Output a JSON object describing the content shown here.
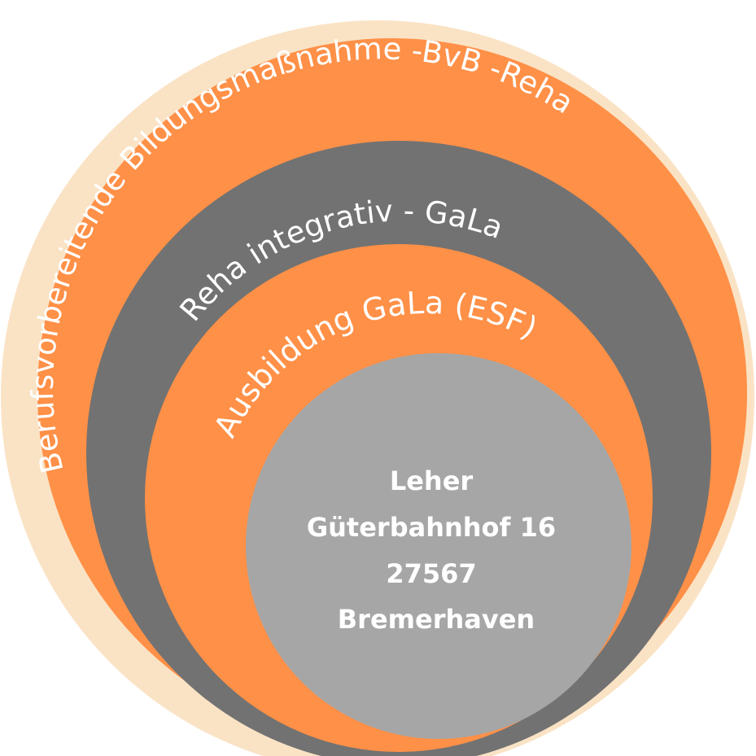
{
  "colors": {
    "outer_ring": "#FAE3C5",
    "ring_orange": "#FF9047",
    "ring_dark_gray": "#727272",
    "center_light_gray": "#A6A6A6",
    "text": "#FFFFFF"
  },
  "rings": [
    {
      "label": "Berufsvorbereitende Bildungsmaßnahme -BvB -Reha"
    },
    {
      "label": "Reha  integrativ  - GaLa"
    },
    {
      "label": "Ausbildung GaLa (ESF)"
    }
  ],
  "center": {
    "lines": [
      "Leher",
      "Güterbahnhof 16",
      "27567",
      "Bremerhaven"
    ]
  }
}
